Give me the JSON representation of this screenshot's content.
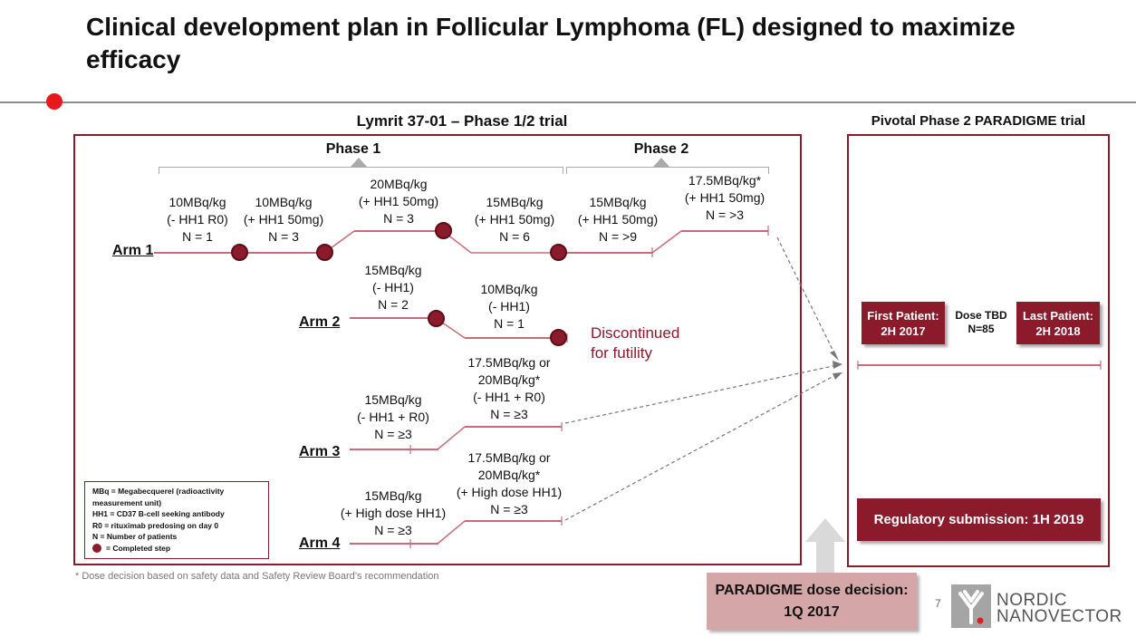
{
  "title": "Clinical development plan in Follicular Lymphoma (FL) designed to maximize efficacy",
  "left_panel": {
    "header": "Lymrit 37-01 – Phase 1/2 trial",
    "phase1": "Phase 1",
    "phase2": "Phase 2",
    "arms": [
      {
        "label": "Arm 1",
        "steps": [
          {
            "lines": [
              "10MBq/kg",
              "(- HH1 R0)",
              "N = 1"
            ],
            "completed": true
          },
          {
            "lines": [
              "10MBq/kg",
              "(+ HH1 50mg)",
              "N = 3"
            ],
            "completed": true
          },
          {
            "lines": [
              "20MBq/kg",
              "(+ HH1 50mg)",
              "N = 3"
            ],
            "completed": true
          },
          {
            "lines": [
              "15MBq/kg",
              "(+ HH1 50mg)",
              "N = 6"
            ],
            "completed": true
          },
          {
            "lines": [
              "15MBq/kg",
              "(+ HH1 50mg)",
              "N = >9"
            ],
            "completed": false
          },
          {
            "lines": [
              "17.5MBq/kg*",
              "(+ HH1 50mg)",
              "N = >3"
            ],
            "completed": false
          }
        ]
      },
      {
        "label": "Arm 2",
        "steps": [
          {
            "lines": [
              "15MBq/kg",
              "(- HH1)",
              "N = 2"
            ],
            "completed": true
          },
          {
            "lines": [
              "10MBq/kg",
              "(- HH1)",
              "N = 1"
            ],
            "completed": true
          }
        ],
        "note": [
          "Discontinued",
          "for futility"
        ]
      },
      {
        "label": "Arm 3",
        "steps": [
          {
            "lines": [
              "15MBq/kg",
              "(- HH1 + R0)",
              "N = ≥3"
            ],
            "completed": false
          },
          {
            "lines": [
              "17.5MBq/kg or",
              "20MBq/kg*",
              "(- HH1 + R0)",
              "N = ≥3"
            ],
            "completed": false
          }
        ]
      },
      {
        "label": "Arm 4",
        "steps": [
          {
            "lines": [
              "15MBq/kg",
              "(+ High dose HH1)",
              "N = ≥3"
            ],
            "completed": false
          },
          {
            "lines": [
              "17.5MBq/kg or",
              "20MBq/kg*",
              "(+ High dose HH1)",
              "N = ≥3"
            ],
            "completed": false
          }
        ]
      }
    ],
    "legend": [
      "MBq = Megabecquerel  (radioactivity measurement unit)",
      "HH1 = CD37 B-cell seeking antibody",
      "R0   = rituximab predosing on day 0",
      "N     = Number of patients",
      "=  Completed step"
    ]
  },
  "footnote": "* Dose decision based on safety data and Safety Review Board’s recommendation",
  "right_panel": {
    "header": "Pivotal Phase 2 PARADIGME trial",
    "first_patient": [
      "First Patient:",
      "2H 2017"
    ],
    "dose": [
      "Dose TBD",
      "N=85"
    ],
    "last_patient": [
      "Last Patient:",
      "2H 2018"
    ],
    "regulatory": "Regulatory submission: 1H 2019"
  },
  "decision": [
    "PARADIGME dose decision:",
    "1Q 2017"
  ],
  "page_number": "7",
  "logo": [
    "NORDIC",
    "NANOVECTOR"
  ],
  "colors": {
    "accent": "#8b1a2a",
    "line": "#c96b78",
    "decision_bg": "#d4a6a8",
    "red_dot": "#e8191c"
  }
}
